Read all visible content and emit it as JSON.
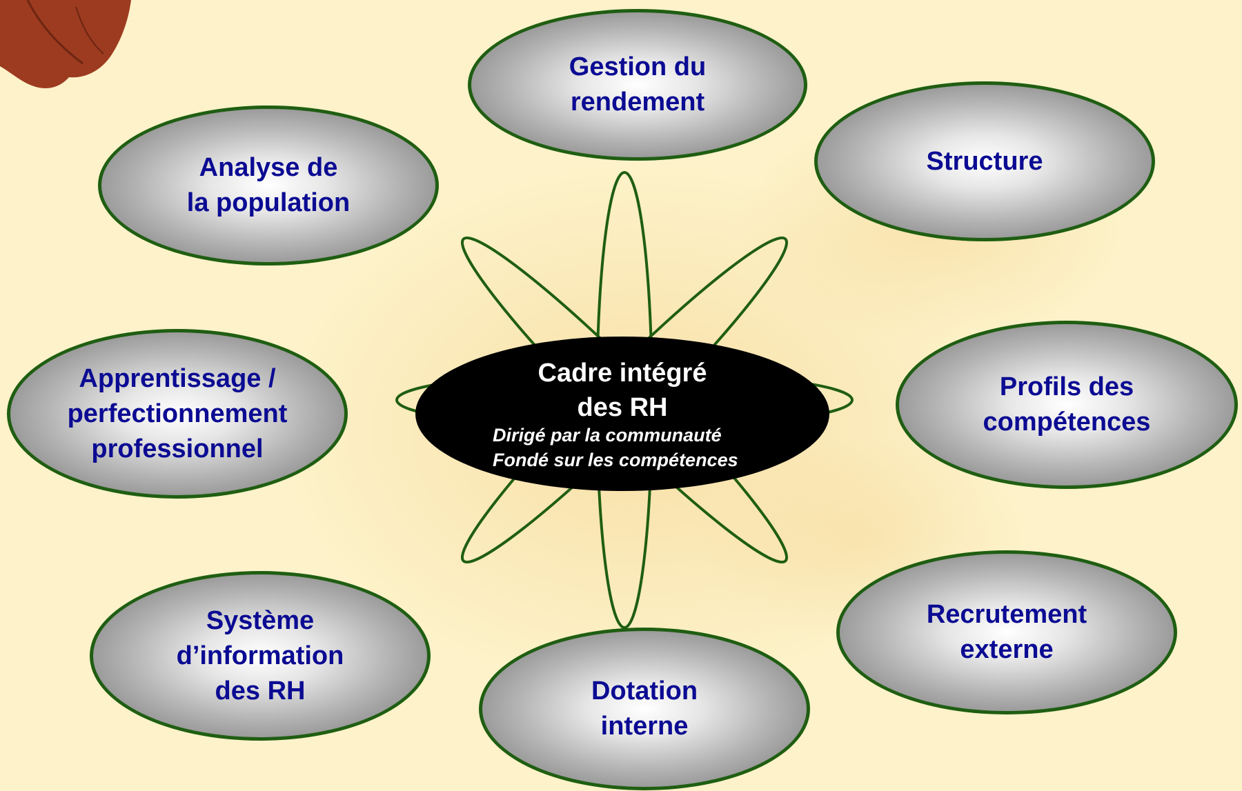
{
  "diagram": {
    "center": {
      "title": "Cadre intégré\ndes RH",
      "subtitle_1": "Dirigé par la communauté",
      "subtitle_2": "Fondé sur les compétences"
    },
    "nodes": [
      {
        "key": "gestion",
        "label": "Gestion du\nrendement"
      },
      {
        "key": "structure",
        "label": "Structure"
      },
      {
        "key": "analyse",
        "label": "Analyse de\nla population"
      },
      {
        "key": "apprentissage",
        "label": "Apprentissage /\nperfectionnement\nprofessionnel"
      },
      {
        "key": "profils",
        "label": "Profils des\ncompétences"
      },
      {
        "key": "systeme",
        "label": "Système\nd’information\ndes RH"
      },
      {
        "key": "dotation",
        "label": "Dotation\ninterne"
      },
      {
        "key": "recrutement",
        "label": "Recrutement\nexterne"
      }
    ]
  },
  "colors": {
    "background": "#fdf2c9",
    "node_text": "#0b0b93",
    "node_border": "#1f5e12",
    "petal_stroke": "#1f5e12",
    "center_fill": "#000000",
    "center_text": "#ffffff"
  }
}
